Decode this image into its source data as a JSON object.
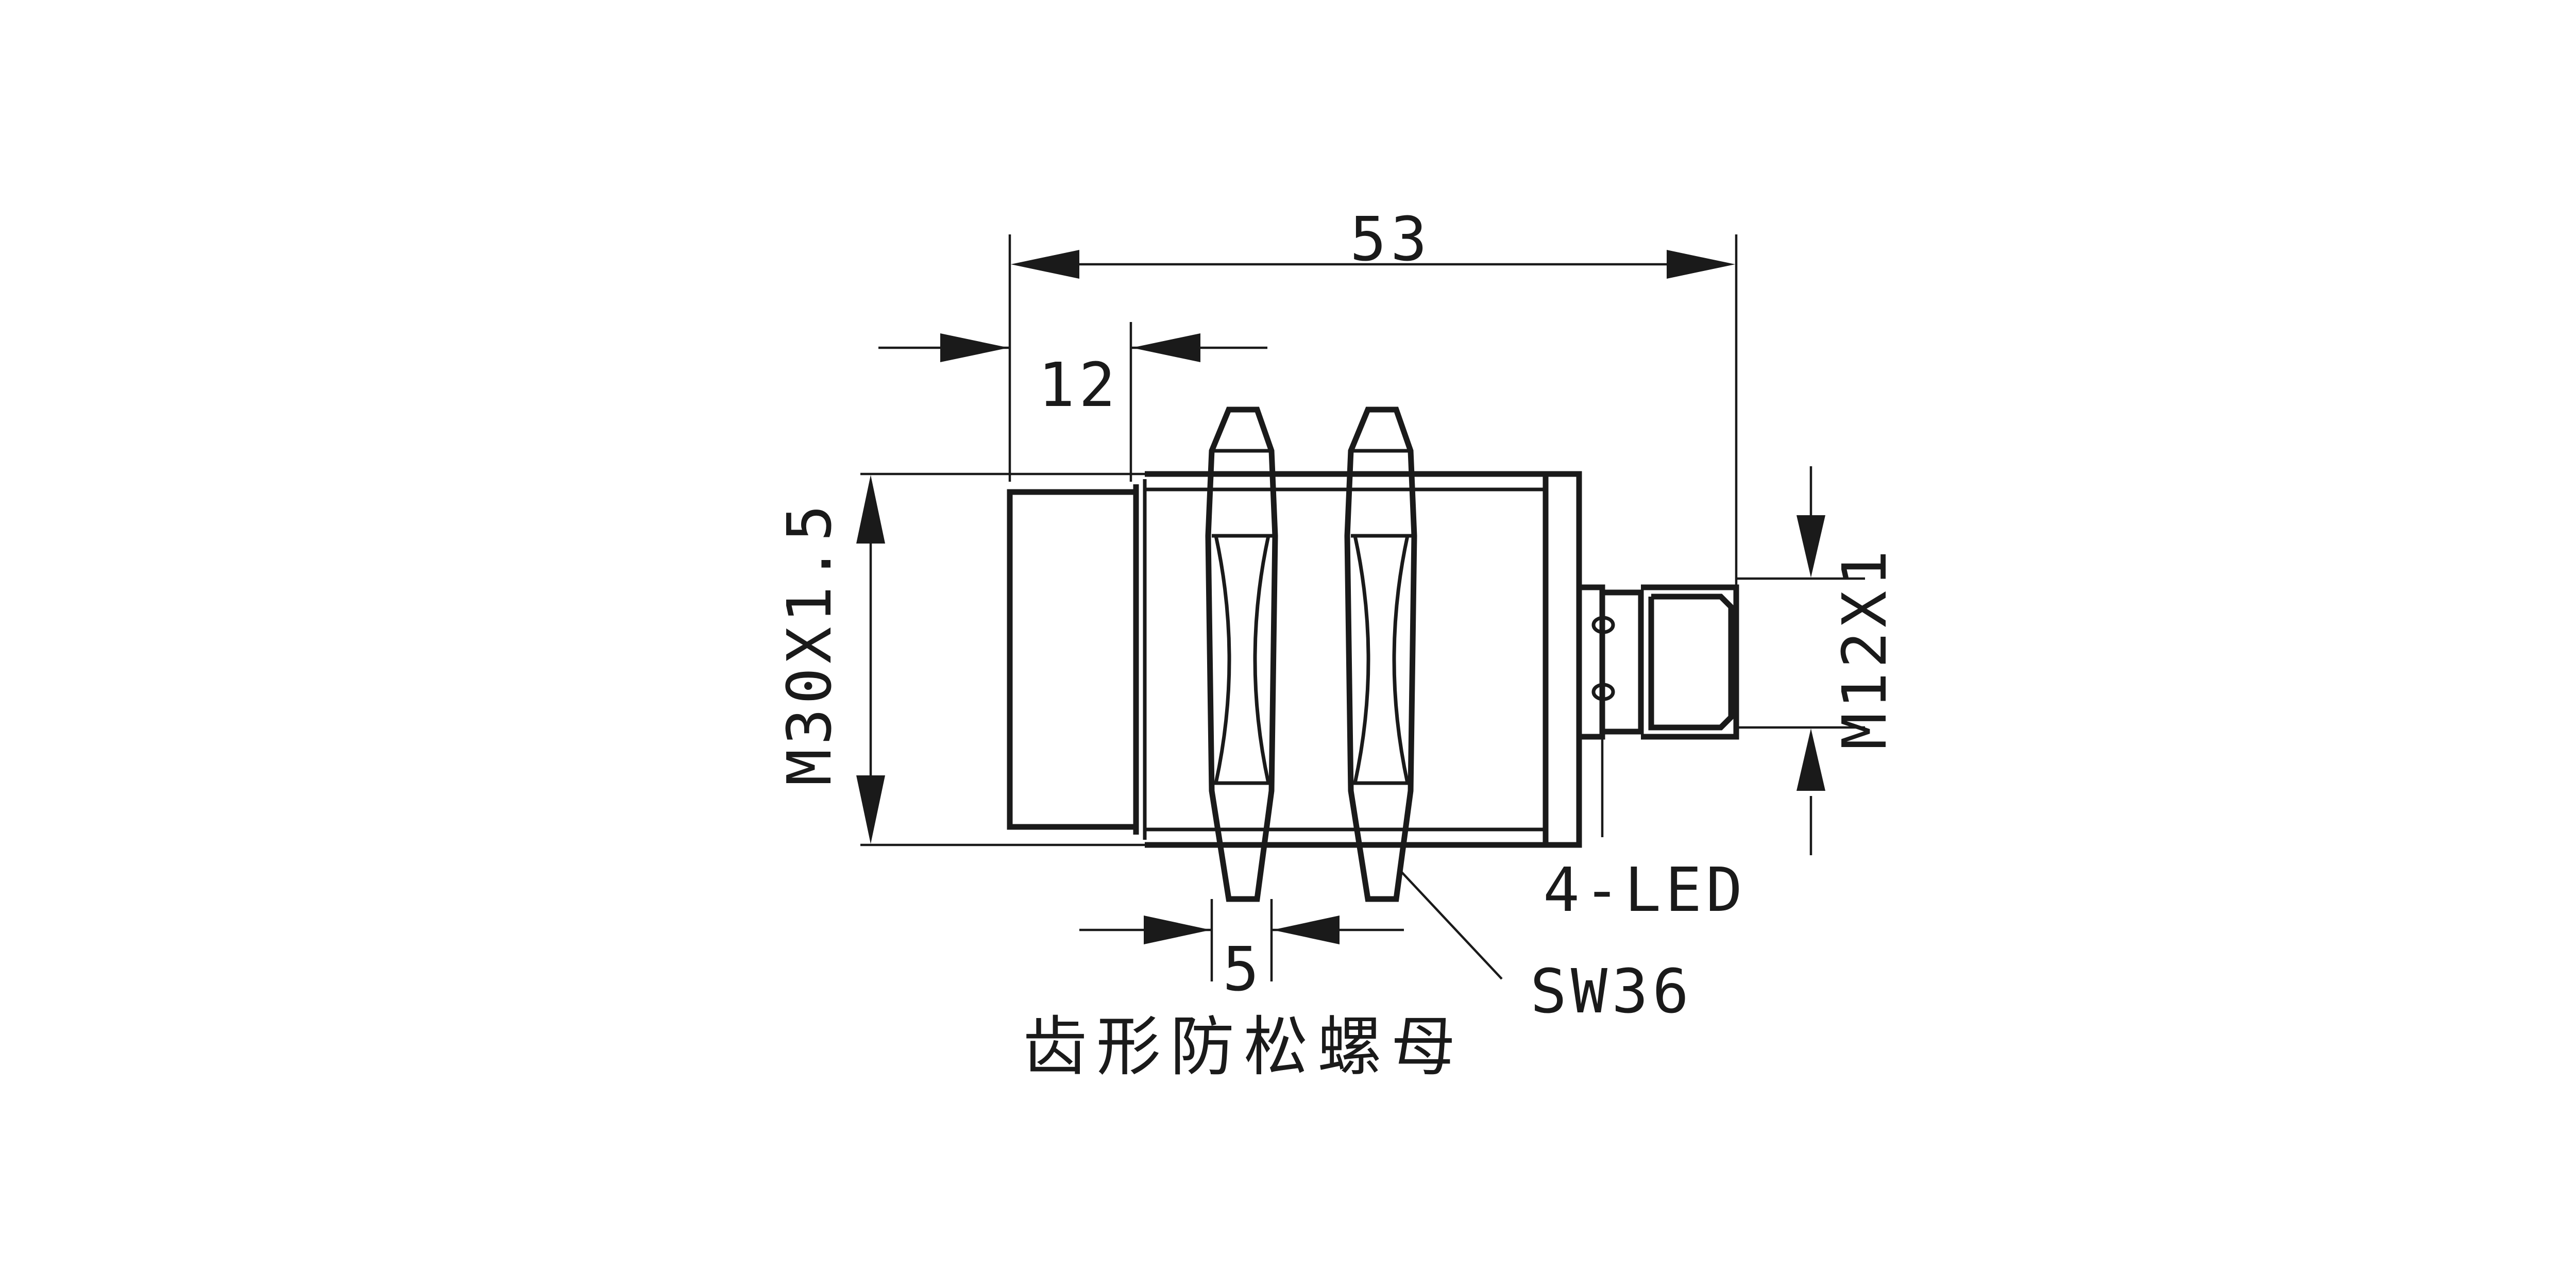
{
  "dimensions": {
    "overall_length": "53",
    "thread_length": "12",
    "nut_thickness": "5",
    "body_thread": "M30X1.5",
    "connector_thread": "M12X1"
  },
  "callouts": {
    "nut_size": "SW36",
    "indicator": "4-LED",
    "nut_description": "齿形防松螺母"
  }
}
